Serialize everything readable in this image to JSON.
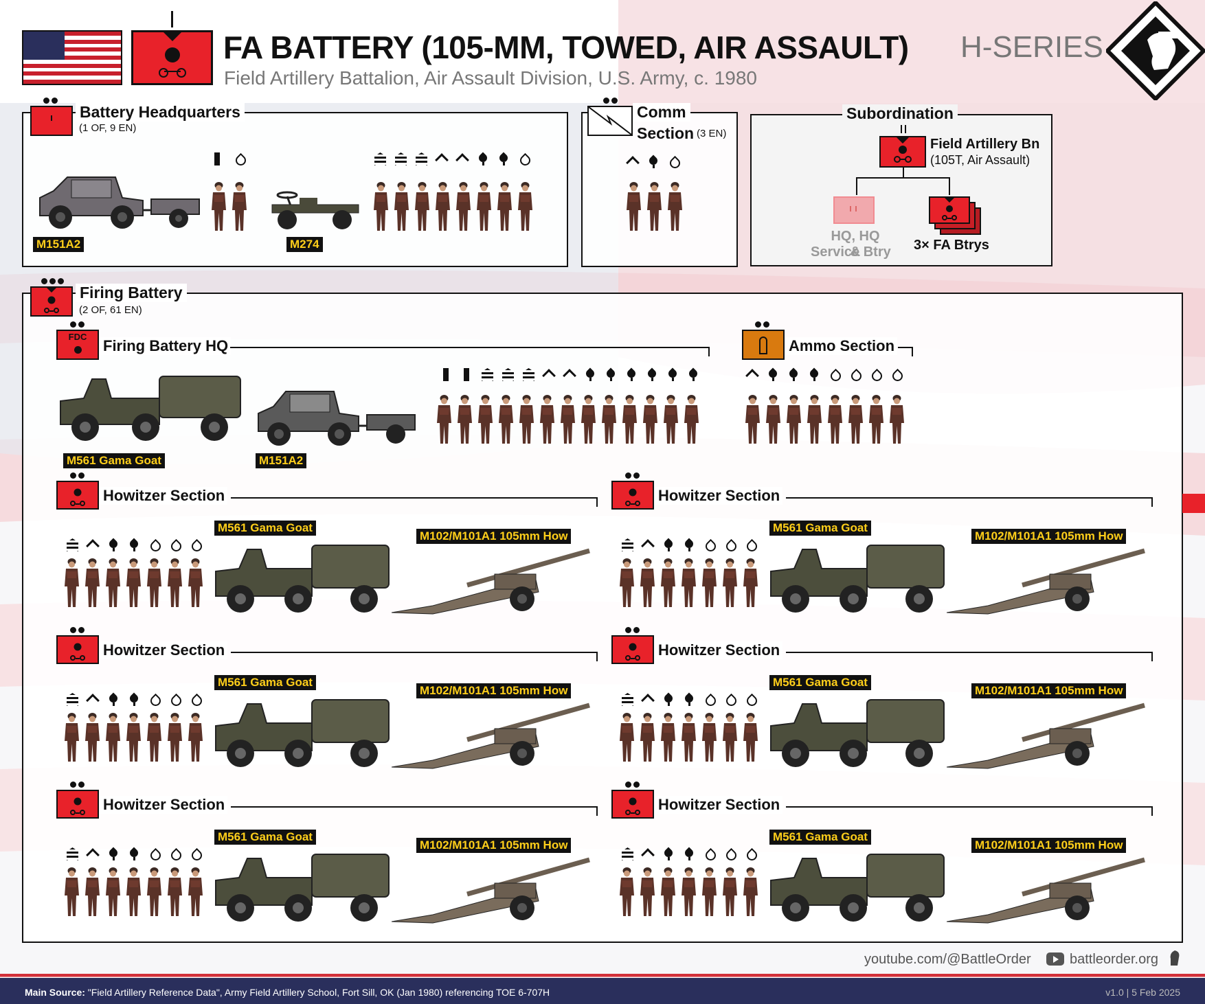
{
  "header": {
    "title": "FA BATTERY (105-MM, TOWED, AIR ASSAULT)",
    "series": "H-SERIES",
    "subtitle": "Field Artillery Battalion, Air Assault Division, U.S. Army, c. 1980"
  },
  "battery_hq": {
    "title": "Battery Headquarters",
    "strength": "(1 OF, 9 EN)",
    "vehicles": [
      "M151A2",
      "M274"
    ]
  },
  "comm": {
    "title_line1": "Comm",
    "title_line2": "Section",
    "strength": "(3 EN)"
  },
  "subordination": {
    "title": "Subordination",
    "parent_line1": "Field Artillery Bn",
    "parent_line2": "(105T, Air Assault)",
    "sibling_line1": "HQ, HQ &",
    "sibling_line2": "Service Btry",
    "self": "3× FA Btrys"
  },
  "firing_battery": {
    "title": "Firing Battery",
    "strength": "(2 OF, 61 EN)",
    "hq_title": "Firing Battery HQ",
    "fdc": "FDC",
    "vehicles": [
      "M561 Gama Goat",
      "M151A2"
    ],
    "ammo_title": "Ammo Section"
  },
  "howitzer_sections": [
    {
      "title": "Howitzer Section",
      "vehicle": "M561 Gama Goat",
      "gun": "M102/M101A1 105mm How"
    },
    {
      "title": "Howitzer Section",
      "vehicle": "M561 Gama Goat",
      "gun": "M102/M101A1 105mm How"
    },
    {
      "title": "Howitzer Section",
      "vehicle": "M561 Gama Goat",
      "gun": "M102/M101A1 105mm How"
    },
    {
      "title": "Howitzer Section",
      "vehicle": "M561 Gama Goat",
      "gun": "M102/M101A1 105mm How"
    },
    {
      "title": "Howitzer Section",
      "vehicle": "M561 Gama Goat",
      "gun": "M102/M101A1 105mm How"
    },
    {
      "title": "Howitzer Section",
      "vehicle": "M561 Gama Goat",
      "gun": "M102/M101A1 105mm How"
    }
  ],
  "credits": {
    "youtube": "youtube.com/@BattleOrder",
    "site": "battleorder.org"
  },
  "footer": {
    "source_label": "Main Source:",
    "source_text": "\"Field Artillery Reference Data\", Army Field Artillery School, Fort Sill, OK (Jan 1980) referencing TOE 6-707H",
    "version": "v1.0 | 5 Feb 2025"
  },
  "colors": {
    "unit_red": "#e8222a",
    "ammo_orange": "#d97a0f",
    "label_yellow": "#ffcf1a",
    "footer_navy": "#2a2f5c"
  }
}
